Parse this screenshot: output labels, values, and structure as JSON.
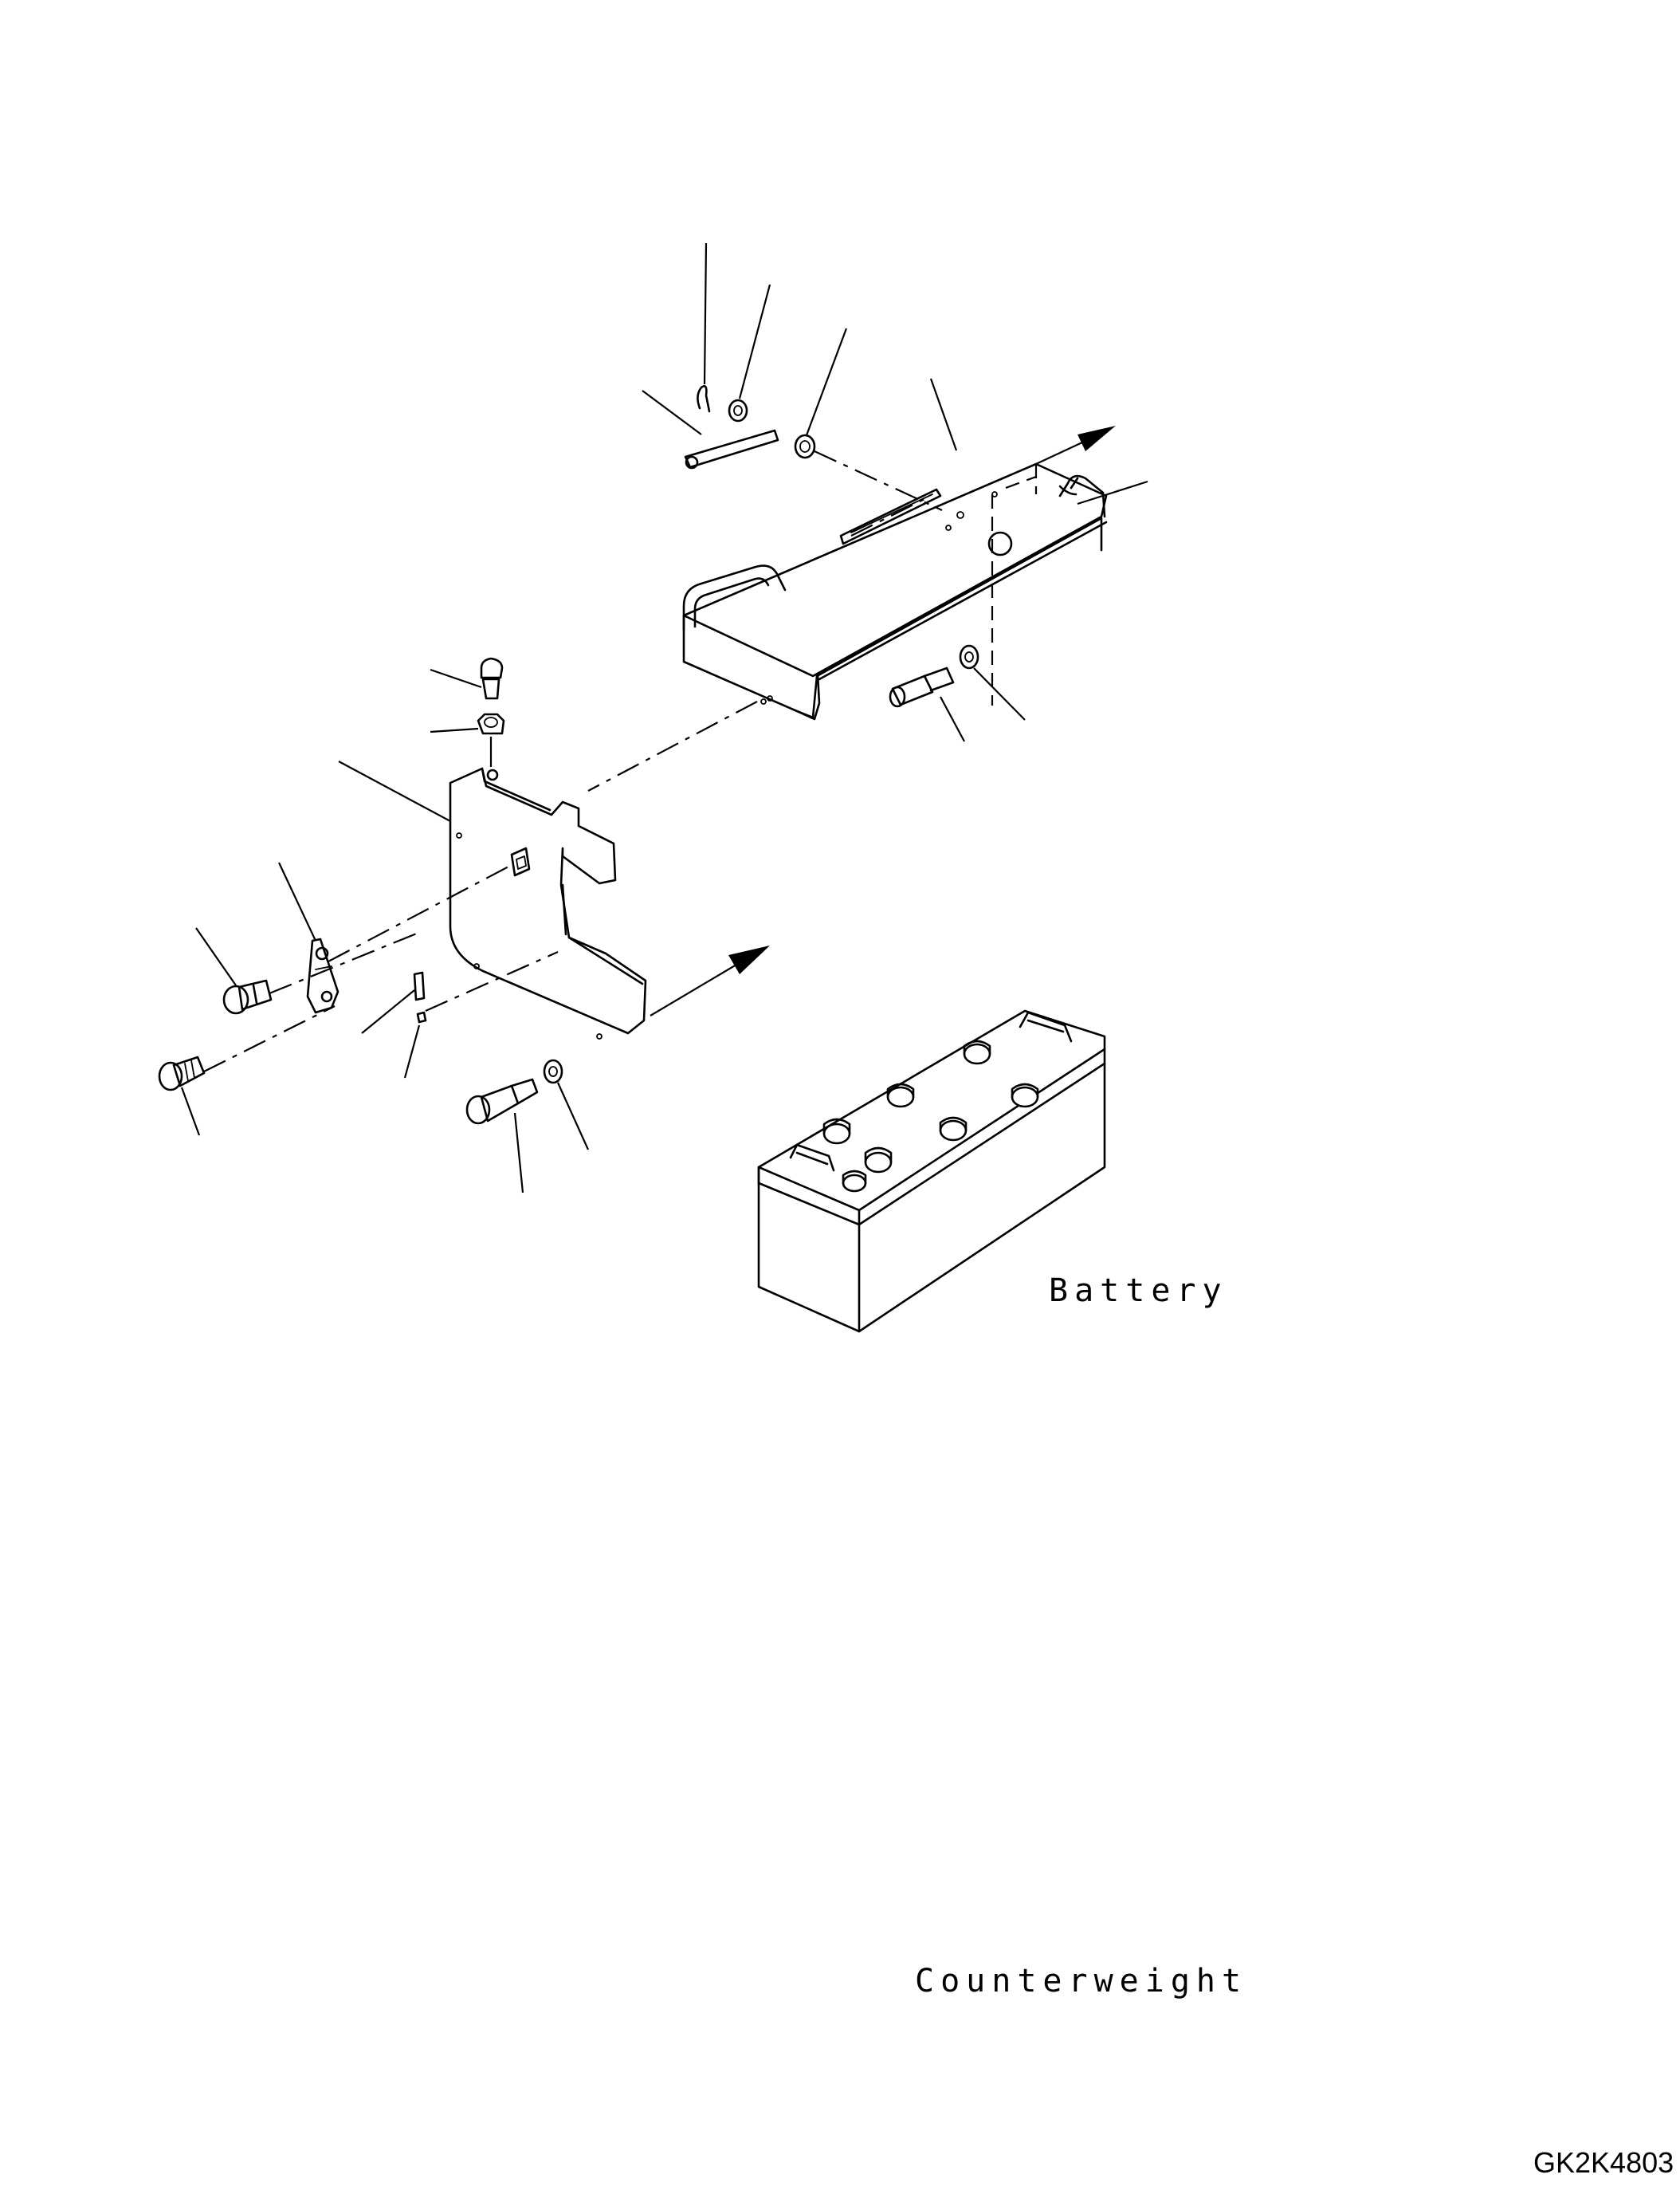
{
  "labels": {
    "battery": "Battery",
    "counterweight": "Counterweight"
  },
  "drawing_code": "GK2K4803",
  "parts": [
    "cotter-pin",
    "washer",
    "plate",
    "washer",
    "battery-tray-cover",
    "latch",
    "bolt",
    "washer",
    "bolt",
    "nut",
    "bracket-plate",
    "lock-bracket",
    "bolt",
    "screw",
    "spacer",
    "pad",
    "bolt",
    "washer"
  ]
}
